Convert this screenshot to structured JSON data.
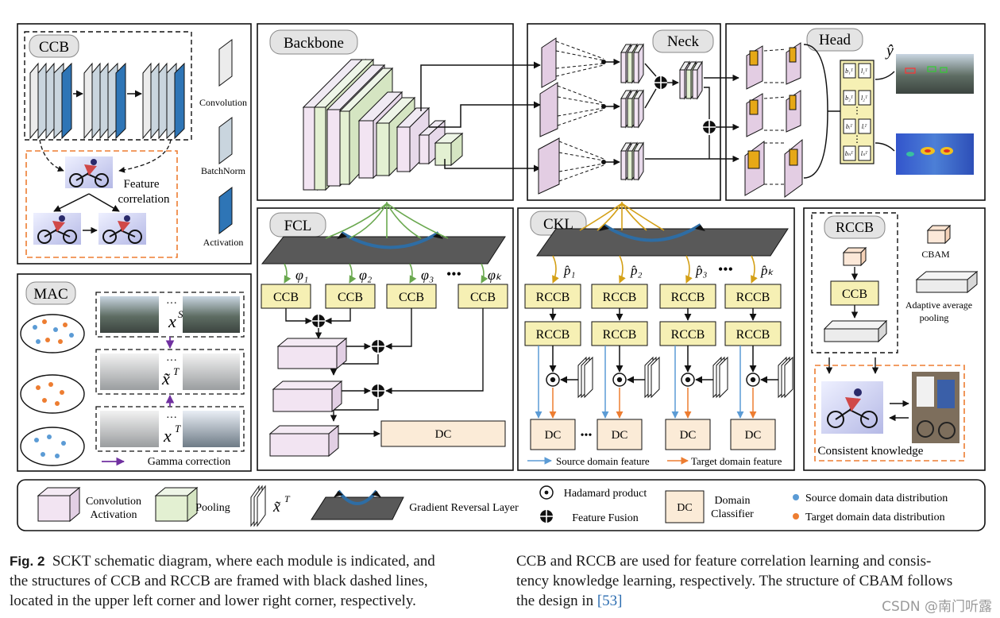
{
  "modules": {
    "ccb": "CCB",
    "backbone": "Backbone",
    "neck": "Neck",
    "head": "Head",
    "mac": "MAC",
    "fcl": "FCL",
    "ckl": "CKL",
    "rccb": "RCCB"
  },
  "ccb_panel": {
    "legend_convolution": "Convolution",
    "legend_batchnorm": "BatchNorm",
    "legend_activation": "Activation",
    "feature_corr_1": "Feature",
    "feature_corr_2": "correlation"
  },
  "head_panel": {
    "output": "ŷ",
    "cells": [
      "b₁ᵀ",
      "l₁ᵀ",
      "b₂ᵀ",
      "l₂ᵀ",
      "bᵢᵀ",
      "lᵢᵀ",
      "bₙᵀ",
      "lₙᵀ"
    ]
  },
  "mac_panel": {
    "xs": "x",
    "xs_sup": "S",
    "xt_tilde": "x̃",
    "xt_tilde_sup": "T",
    "xt": "x",
    "xt_sup": "T",
    "dots": "···",
    "gamma": "Gamma correction"
  },
  "fcl_panel": {
    "phis": [
      "φ₁",
      "φ₂",
      "φ₃",
      "φₖ"
    ],
    "ccb_blocks": [
      "CCB",
      "CCB",
      "CCB",
      "CCB"
    ],
    "dots": "•••",
    "dc": "DC"
  },
  "ckl_panel": {
    "ps": [
      "p̂₁",
      "p̂₂",
      "p̂₃",
      "p̂ₖ"
    ],
    "rccb_row1": [
      "RCCB",
      "RCCB",
      "RCCB",
      "RCCB"
    ],
    "rccb_row2": [
      "RCCB",
      "RCCB",
      "RCCB",
      "RCCB"
    ],
    "dc_blocks": [
      "DC",
      "DC",
      "DC",
      "DC"
    ],
    "dots": "•••",
    "dots2": "•••",
    "source_label": "Source domain feature",
    "target_label": "Target domain feature"
  },
  "rccb_panel": {
    "cbam": "CBAM",
    "ccb": "CCB",
    "adaptive_1": "Adaptive average",
    "adaptive_2": "pooling",
    "consistent": "Consistent knowledge"
  },
  "legend": {
    "conv_act_1": "Convolution",
    "conv_act_2": "Activation",
    "pooling": "Pooling",
    "xt": "x̃",
    "xt_sup": "T",
    "grl": "Gradient Reversal Layer",
    "hadamard": "Hadamard product",
    "fusion": "Feature Fusion",
    "dc": "DC",
    "dc_label_1": "Domain",
    "dc_label_2": "Classifier",
    "source_dist": "Source domain data distribution",
    "target_dist": "Target domain data distribution"
  },
  "caption": {
    "fig": "Fig. 2",
    "left_1": "SCKT schematic diagram, where each module is indicated, and",
    "left_2": "the structures of CCB and RCCB are framed with black dashed lines,",
    "left_3": "located in the upper left corner and lower right corner, respectively.",
    "right_1": "CCB and RCCB are used for feature correlation learning and consis-",
    "right_2": "tency knowledge learning, respectively. The structure of CBAM follows",
    "right_3a": "the design in",
    "right_3b": "[53]"
  },
  "watermark": "CSDN @南门听露",
  "colors": {
    "ccb_fill": "#f6f0b4",
    "conv_front": "#f2e4f2",
    "pool_front": "#e3f0d2",
    "source_blue": "#5b9bd5",
    "target_orange": "#ed7d31",
    "grl_arc": "#2e6da4",
    "fcl_green": "#6aa84f",
    "ckl_gold": "#d4a017",
    "gamma_purple": "#7030a0",
    "dc_fill": "#fbebd7"
  }
}
